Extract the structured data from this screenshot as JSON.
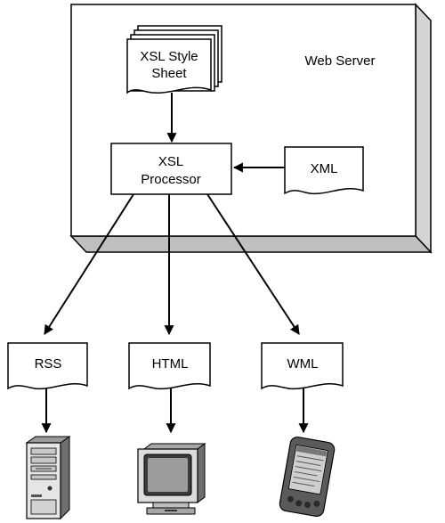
{
  "server": {
    "label": "Web Server"
  },
  "stylesheet": {
    "line1": "XSL Style",
    "line2": "Sheet"
  },
  "processor": {
    "line1": "XSL",
    "line2": "Processor"
  },
  "xml": {
    "label": "XML"
  },
  "outputs": {
    "rss": "RSS",
    "html": "HTML",
    "wml": "WML"
  },
  "devices": {
    "rss": "desktop-tower-computer-icon",
    "html": "crt-monitor-icon",
    "wml": "pda-handheld-icon"
  },
  "colors": {
    "server_face": "#ffffff",
    "server_side": "#d4d4d4",
    "server_bottom": "#bfbfbf",
    "stroke": "#000000"
  }
}
